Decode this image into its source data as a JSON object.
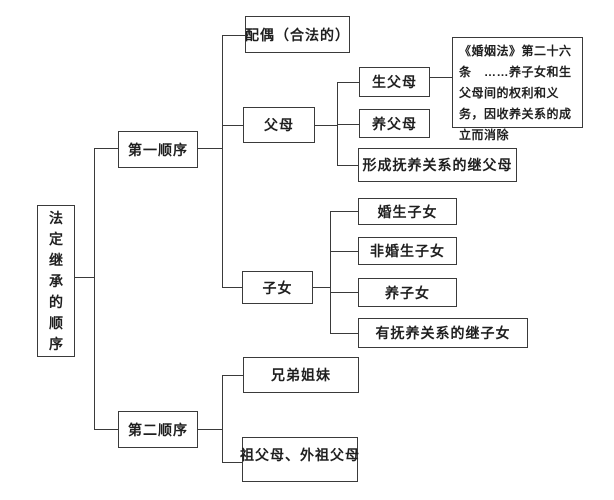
{
  "diagram_title": "法定继承的顺序",
  "colors": {
    "background": "#ffffff",
    "line": "#3a3a3a",
    "box_border": "#3a3a3a",
    "text": "#1f1f1f"
  },
  "tree": {
    "root": {
      "label": "法定继承的顺序"
    },
    "first_order": {
      "label": "第一顺序",
      "spouse": {
        "label": "配偶（合法的）"
      },
      "parents": {
        "label": "父母",
        "biological": {
          "label": "生父母"
        },
        "adoptive": {
          "label": "养父母"
        },
        "step": {
          "label": "形成抚养关系的继父母"
        }
      },
      "children": {
        "label": "子女",
        "legitimate": {
          "label": "婚生子女"
        },
        "illegitimate": {
          "label": "非婚生子女"
        },
        "adopted": {
          "label": "养子女"
        },
        "step": {
          "label": "有抚养关系的继子女"
        }
      }
    },
    "second_order": {
      "label": "第二顺序",
      "siblings": {
        "label": "兄弟姐妹"
      },
      "grandparents": {
        "label": "祖父母、外祖父母"
      }
    },
    "annotation": {
      "label": "《婚姻法》第二十六条　……养子女和生父母间的权利和义务，因收养关系的成立而消除",
      "attached_to": "生父母"
    }
  }
}
